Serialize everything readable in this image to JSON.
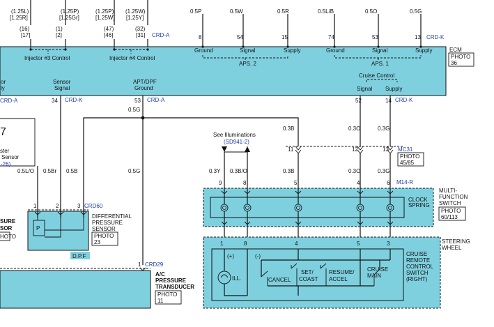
{
  "top_left": {
    "col1_a": "(1.25L)",
    "col1_b": "[1.25R]",
    "col1_c": "(16)",
    "col1_d": "[17]",
    "col2_a": "(1.25P)",
    "col2_b": "[1.25Gr]",
    "col2_c": "(1)",
    "col2_d": "[2]",
    "col3_a": "(1.25P)",
    "col3_b": "[1.25W]",
    "col3_c": "(47)",
    "col3_d": "[46]",
    "col4_a": "(1.25W)",
    "col4_b": "[1.25Y]",
    "col4_c": "(32)",
    "col4_d": "[31]",
    "crd_a": "CRD-A"
  },
  "top_right": {
    "wires": [
      "0.5P",
      "0.5W",
      "0.5R",
      "0.5L/B",
      "0.5O",
      "0.5G"
    ],
    "pins": [
      "8",
      "54",
      "15",
      "74",
      "53",
      "13"
    ],
    "crd_k": "CRD-K"
  },
  "ecm": {
    "label": "ECM",
    "photo": "PHOTO",
    "photo_num": "36",
    "inj3": "Injector #3 Control",
    "inj4": "Injector #4 Control",
    "aps2_labels": [
      "Ground",
      "Signal",
      "Supply"
    ],
    "aps2": "APS. 2",
    "aps1_labels": [
      "Ground",
      "Signal",
      "Supply"
    ],
    "aps1": "APS. 1",
    "left_cut1": "or",
    "left_cut2": "ly",
    "sensor_signal_1": "Sensor",
    "sensor_signal_2": "Signal",
    "apt_1": "APT/DPF",
    "apt_2": "Ground",
    "cruise": "Cruise Control",
    "cruise_signal": "Signal",
    "cruise_supply": "Supply"
  },
  "ecm_pins": {
    "crd_a_left": "CRD-A",
    "pin34": "34",
    "crd_k1": "CRD-K",
    "pin53": "53",
    "crd_a2": "CRD-A",
    "pin52": "52",
    "pin14": "14",
    "crd_k2": "CRD-K"
  },
  "wires_mid": {
    "w05g_top": "0.5G",
    "w03b_a": "0.3B",
    "w03o_a": "0.3O",
    "w03g_a": "0.3G",
    "see_illum": "See Illuminations",
    "sd941": "(SD941-2)",
    "pin11": "11",
    "pin12": "12",
    "pin13": "13",
    "mc31": "MC31",
    "photo_mc31": "PHOTO",
    "photo_mc31_num": "45/85",
    "w03y": "0.3Y",
    "w03bo": "0.3B/O",
    "w03b_b": "0.3B",
    "w03o_b": "0.3O",
    "w03g_b": "0.3G",
    "p9": "9",
    "p8": "8",
    "p5": "5",
    "p4": "4",
    "p6": "6",
    "m14r": "M14-R"
  },
  "left_side": {
    "seven": "7",
    "ster": "ster",
    "sensor": "Sensor",
    "neg26": "-26)",
    "w05lo": "0.5L/O",
    "w05br": "0.5Br",
    "w05b": "0.5B",
    "w05g": "0.5G",
    "p1": "1",
    "p2": "2",
    "p3": "3",
    "crd60": "CRD60",
    "sure": "SURE",
    "sor": "SOR",
    "hoto": "HOTO",
    "p_symbol": "P",
    "dpf": "D.P.F",
    "diff1": "DIFFERENTIAL",
    "diff2": "PRESSURE",
    "diff3": "SENSOR",
    "photo23": "PHOTO",
    "photo23_num": "23",
    "p1b": "1",
    "crd29": "CRD29",
    "ac1": "A/C",
    "ac2": "PRESSURE",
    "ac3": "TRANSDUCER",
    "photo11": "PHOTO",
    "photo11_num": "11"
  },
  "mfs": {
    "multi1": "MULTI-",
    "multi2": "FUNCTION",
    "multi3": "SWITCH",
    "photo": "PHOTO",
    "photo_num": "60/113",
    "clock1": "CLOCK",
    "clock2": "SPRING"
  },
  "steering": {
    "title1": "STEERING",
    "title2": "WHEEL",
    "p1": "1",
    "p8": "8",
    "p4": "4",
    "p5": "5",
    "p3": "3",
    "plus": "(+)",
    "minus": "(-)",
    "ill": "ILL.",
    "cancel": "CANCEL",
    "set1": "SET/",
    "set2": "COAST",
    "res1": "RESUME/",
    "res2": "ACCEL",
    "cm1": "CRUISE",
    "cm2": "MAIN",
    "crc1": "CRUISE",
    "crc2": "REMOTE",
    "crc3": "CONTROL",
    "crc4": "SWITCH",
    "crc5": "(RIGHT)"
  }
}
